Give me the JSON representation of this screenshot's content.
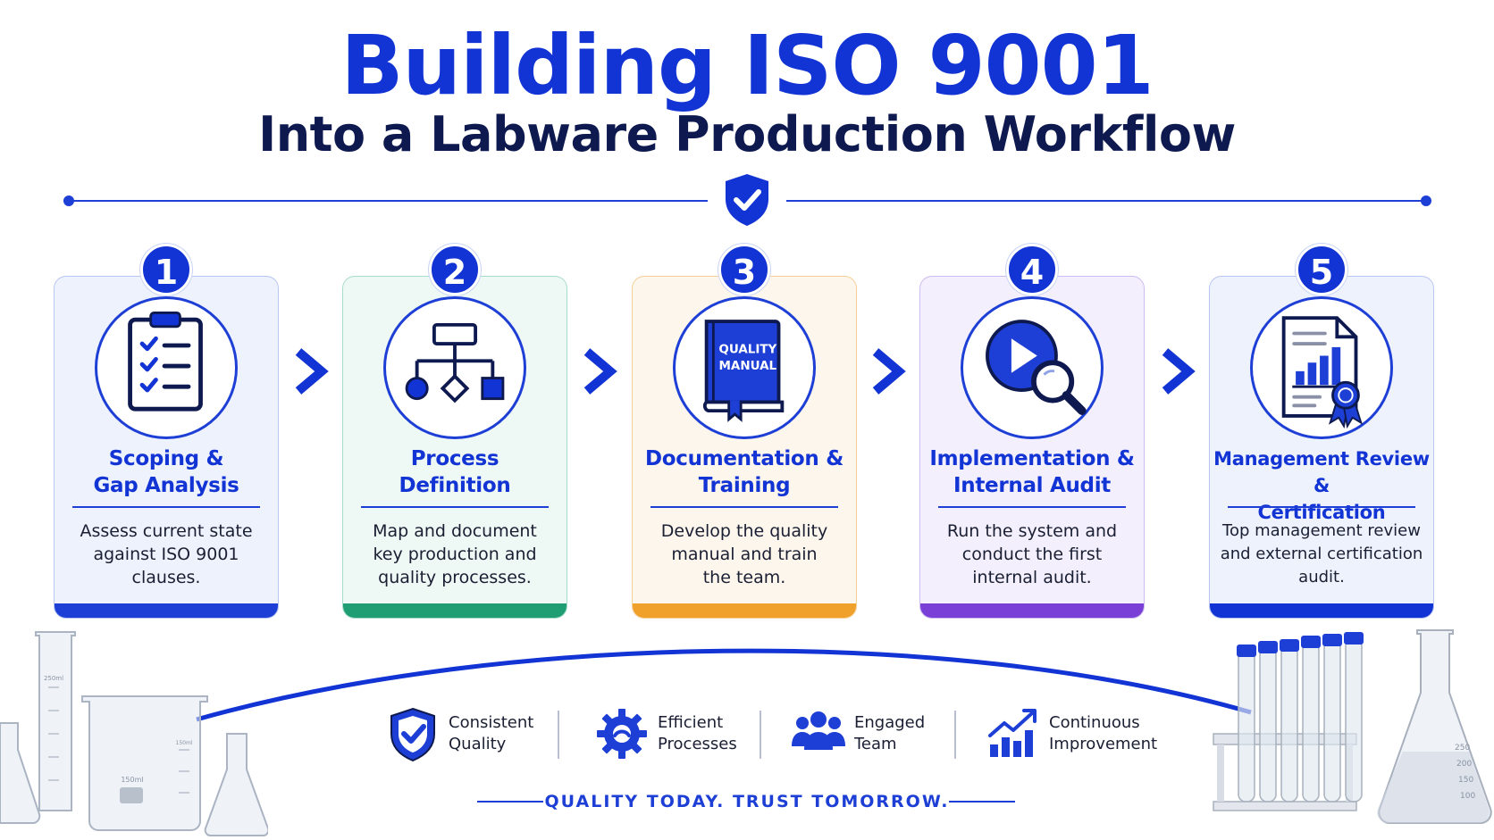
{
  "header": {
    "title": "Building ISO 9001",
    "subtitle": "Into a Labware Production Workflow",
    "shield_icon": "shield-check-icon"
  },
  "steps": [
    {
      "number": "1",
      "title_line1": "Scoping &",
      "title_line2": "Gap Analysis",
      "desc_line1": "Assess current state",
      "desc_line2": "against ISO 9001",
      "desc_line3": "clauses.",
      "icon": "clipboard-checklist-icon",
      "accent": "#1d3fd6",
      "tint": "#eef2fd",
      "border": "#b9c6f2"
    },
    {
      "number": "2",
      "title_line1": "Process",
      "title_line2": "Definition",
      "desc_line1": "Map and document",
      "desc_line2": "key production and",
      "desc_line3": "quality processes.",
      "icon": "process-flowchart-icon",
      "accent": "#1f9e74",
      "tint": "#eef8f4",
      "border": "#a9dcc9"
    },
    {
      "number": "3",
      "title_line1": "Documentation &",
      "title_line2": "Training",
      "desc_line1": "Develop the quality",
      "desc_line2": "manual and train",
      "desc_line3": "the team.",
      "icon": "quality-manual-book-icon",
      "book_line1": "QUALITY",
      "book_line2": "MANUAL",
      "accent": "#f0a12c",
      "tint": "#fdf6ec",
      "border": "#f4cf97"
    },
    {
      "number": "4",
      "title_line1": "Implementation &",
      "title_line2": "Internal Audit",
      "desc_line1": "Run the system and",
      "desc_line2": "conduct the first",
      "desc_line3": "internal audit.",
      "icon": "play-magnifier-icon",
      "accent": "#7a3fd6",
      "tint": "#f3effc",
      "border": "#cdbcef"
    },
    {
      "number": "5",
      "title_line1": "Management Review &",
      "title_line2": "Certification",
      "desc_line1": "Top management review",
      "desc_line2": "and external certification",
      "desc_line3": "audit.",
      "icon": "report-certificate-icon",
      "accent": "#1234d4",
      "tint": "#eef2fd",
      "border": "#b9c6f2"
    }
  ],
  "benefits": [
    {
      "line1": "Consistent",
      "line2": "Quality",
      "icon": "shield-check-icon"
    },
    {
      "line1": "Efficient",
      "line2": "Processes",
      "icon": "gear-icon"
    },
    {
      "line1": "Engaged",
      "line2": "Team",
      "icon": "team-people-icon"
    },
    {
      "line1": "Continuous",
      "line2": "Improvement",
      "icon": "growth-chart-icon"
    }
  ],
  "tagline": "QUALITY TODAY. TRUST TOMORROW.",
  "glassware": {
    "cylinder_mark": "250ml",
    "beaker_mark": "150ml",
    "beaker_tick": "150ml",
    "flask_marks": [
      "250",
      "200",
      "150",
      "100"
    ]
  },
  "colors": {
    "primary": "#1234d4",
    "navy": "#0e1a4f"
  }
}
